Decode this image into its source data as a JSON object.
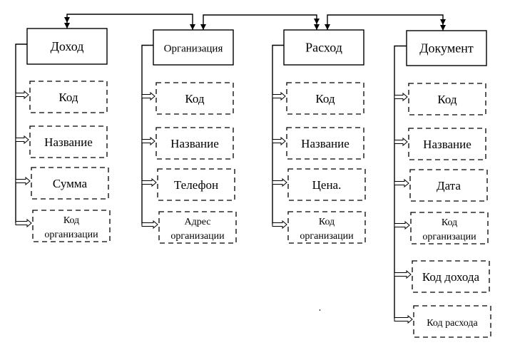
{
  "diagram": {
    "type": "entity-attribute hierarchy",
    "entities": [
      {
        "id": "income",
        "name": "Доход",
        "attributes": [
          "Код",
          "Название",
          "Сумма",
          "Код организации"
        ]
      },
      {
        "id": "organization",
        "name": "Организация",
        "attributes": [
          "Код",
          "Название",
          "Телефон",
          "Адрес организации"
        ]
      },
      {
        "id": "expense",
        "name": "Расход",
        "attributes": [
          "Код",
          "Название",
          "Цена.",
          "Код организации"
        ]
      },
      {
        "id": "document",
        "name": "Документ",
        "attributes": [
          "Код",
          "Название",
          "Дата",
          "Код организации",
          "Код дохода",
          "Код расхода"
        ]
      }
    ],
    "relationships": [
      {
        "from": "income",
        "to": "organization",
        "style": "double-arrow"
      },
      {
        "from": "organization",
        "to": "expense",
        "style": "double-arrow"
      },
      {
        "from": "expense",
        "to": "document",
        "style": "double-arrow"
      }
    ],
    "colors": {
      "stroke": "#000000",
      "background": "#ffffff"
    }
  }
}
